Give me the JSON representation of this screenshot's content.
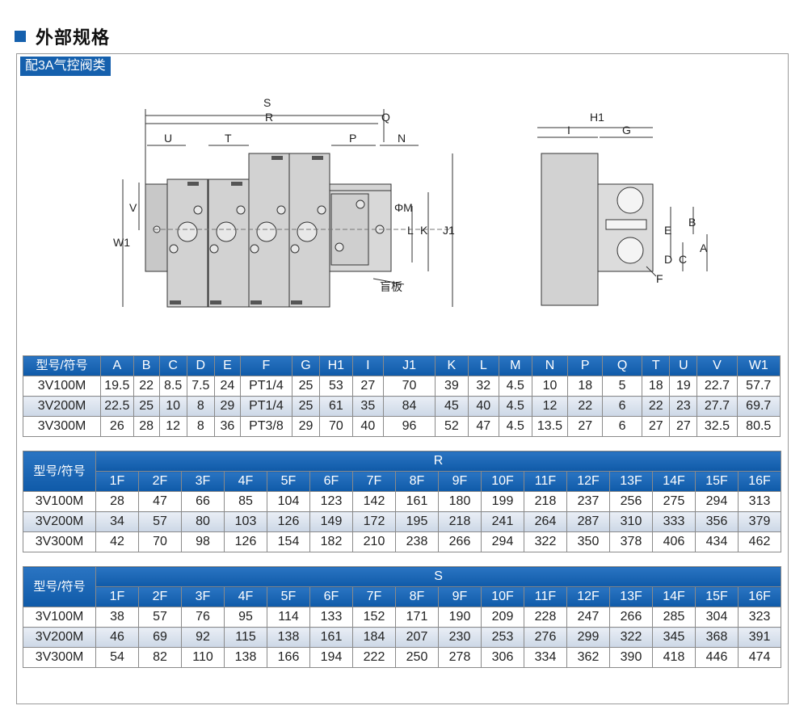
{
  "section_title": "外部规格",
  "subtitle": "配3A气控阀类",
  "drawing_labels": {
    "front": [
      "S",
      "R",
      "Q",
      "U",
      "T",
      "P",
      "N",
      "V",
      "W1",
      "ΦM",
      "L",
      "K",
      "J1"
    ],
    "plate": "盲板",
    "side": [
      "H1",
      "I",
      "G",
      "E",
      "B",
      "D",
      "C",
      "A",
      "F"
    ]
  },
  "table1": {
    "headers": [
      "型号/符号",
      "A",
      "B",
      "C",
      "D",
      "E",
      "F",
      "G",
      "H1",
      "I",
      "J1",
      "K",
      "L",
      "M",
      "N",
      "P",
      "Q",
      "T",
      "U",
      "V",
      "W1"
    ],
    "rows": [
      [
        "3V100M",
        "19.5",
        "22",
        "8.5",
        "7.5",
        "24",
        "PT1/4",
        "25",
        "53",
        "27",
        "70",
        "39",
        "32",
        "4.5",
        "10",
        "18",
        "5",
        "18",
        "19",
        "22.7",
        "57.7"
      ],
      [
        "3V200M",
        "22.5",
        "25",
        "10",
        "8",
        "29",
        "PT1/4",
        "25",
        "61",
        "35",
        "84",
        "45",
        "40",
        "4.5",
        "12",
        "22",
        "6",
        "22",
        "23",
        "27.7",
        "69.7"
      ],
      [
        "3V300M",
        "26",
        "28",
        "12",
        "8",
        "36",
        "PT3/8",
        "29",
        "70",
        "40",
        "96",
        "52",
        "47",
        "4.5",
        "13.5",
        "27",
        "6",
        "27",
        "27",
        "32.5",
        "80.5"
      ]
    ]
  },
  "table2": {
    "model_header": "型号/符号",
    "group_header": "R",
    "columns": [
      "1F",
      "2F",
      "3F",
      "4F",
      "5F",
      "6F",
      "7F",
      "8F",
      "9F",
      "10F",
      "11F",
      "12F",
      "13F",
      "14F",
      "15F",
      "16F"
    ],
    "rows": [
      [
        "3V100M",
        "28",
        "47",
        "66",
        "85",
        "104",
        "123",
        "142",
        "161",
        "180",
        "199",
        "218",
        "237",
        "256",
        "275",
        "294",
        "313"
      ],
      [
        "3V200M",
        "34",
        "57",
        "80",
        "103",
        "126",
        "149",
        "172",
        "195",
        "218",
        "241",
        "264",
        "287",
        "310",
        "333",
        "356",
        "379"
      ],
      [
        "3V300M",
        "42",
        "70",
        "98",
        "126",
        "154",
        "182",
        "210",
        "238",
        "266",
        "294",
        "322",
        "350",
        "378",
        "406",
        "434",
        "462"
      ]
    ]
  },
  "table3": {
    "model_header": "型号/符号",
    "group_header": "S",
    "columns": [
      "1F",
      "2F",
      "3F",
      "4F",
      "5F",
      "6F",
      "7F",
      "8F",
      "9F",
      "10F",
      "11F",
      "12F",
      "13F",
      "14F",
      "15F",
      "16F"
    ],
    "rows": [
      [
        "3V100M",
        "38",
        "57",
        "76",
        "95",
        "114",
        "133",
        "152",
        "171",
        "190",
        "209",
        "228",
        "247",
        "266",
        "285",
        "304",
        "323"
      ],
      [
        "3V200M",
        "46",
        "69",
        "92",
        "115",
        "138",
        "161",
        "184",
        "207",
        "230",
        "253",
        "276",
        "299",
        "322",
        "345",
        "368",
        "391"
      ],
      [
        "3V300M",
        "54",
        "82",
        "110",
        "138",
        "166",
        "194",
        "222",
        "250",
        "278",
        "306",
        "334",
        "362",
        "390",
        "418",
        "446",
        "474"
      ]
    ]
  },
  "colors": {
    "accent": "#1560ad",
    "row_band": "#d4deea",
    "border": "#8a8a8a"
  }
}
